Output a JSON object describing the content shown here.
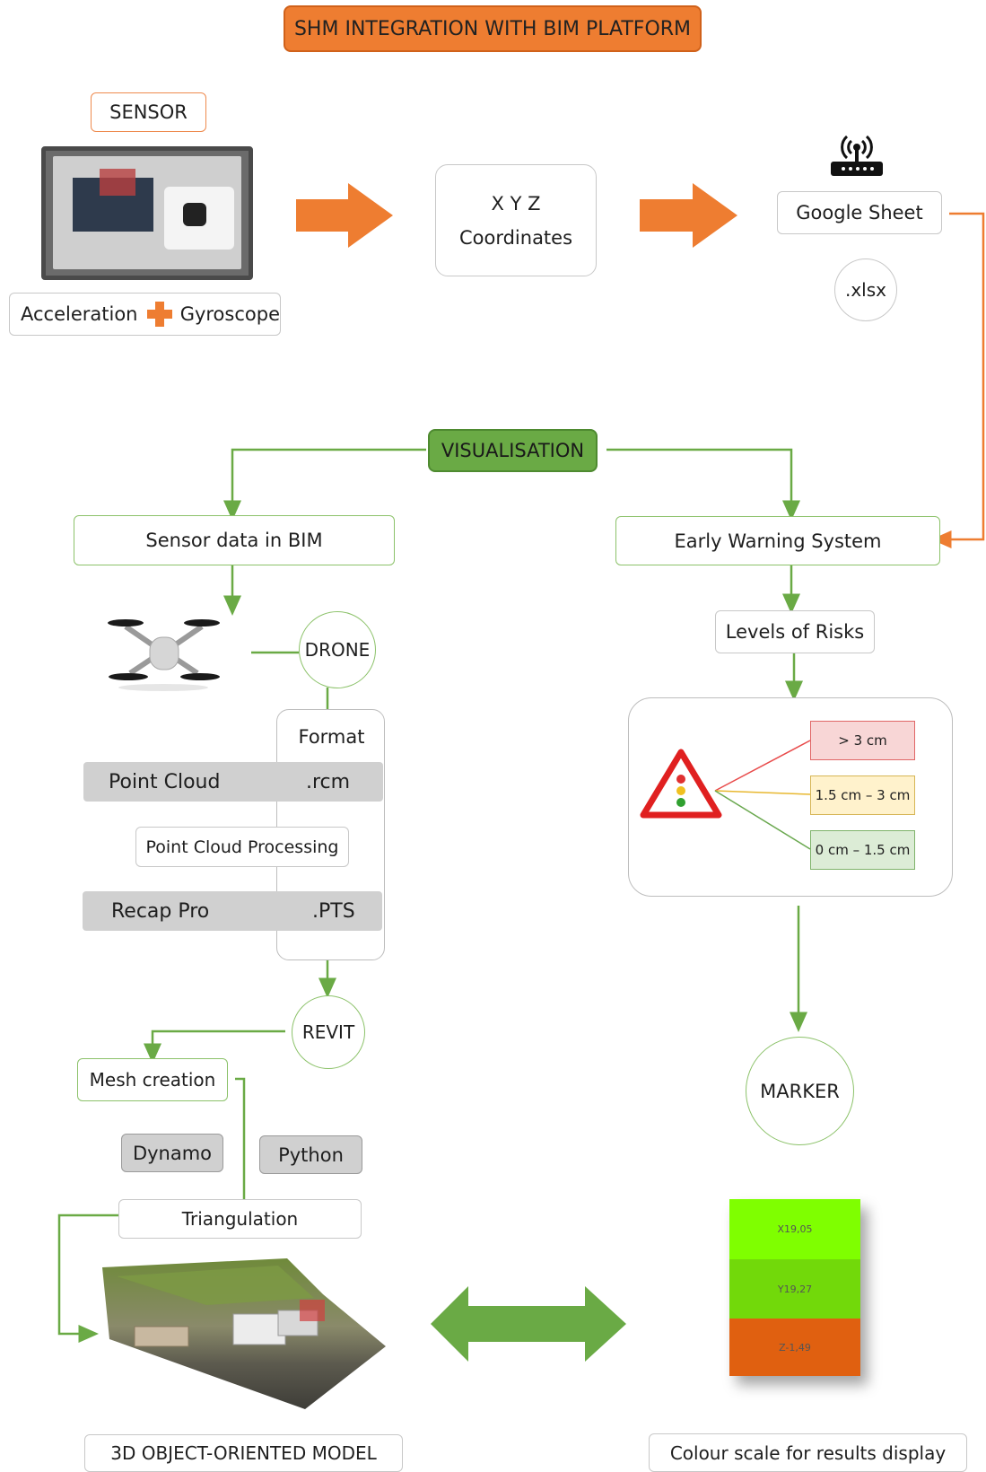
{
  "title": "SHM INTEGRATION WITH BIM PLATFORM",
  "sensor": {
    "label": "SENSOR",
    "acceleration": "Acceleration",
    "gyroscope": "Gyroscope"
  },
  "xyz": {
    "line1": "X Y Z",
    "line2": "Coordinates"
  },
  "google_sheet": "Google Sheet",
  "xlsx": ".xlsx",
  "visualisation": "VISUALISATION",
  "sensor_data_bim": "Sensor data in BIM",
  "early_warning": "Early Warning  System",
  "levels_of_risks": "Levels of Risks",
  "risk_levels": [
    {
      "label": "> 3 cm",
      "color": "#f8d6d6",
      "border": "#e06666",
      "line": "#e84a4a"
    },
    {
      "label": "1.5 cm – 3 cm",
      "color": "#fff2cc",
      "border": "#d6b656",
      "line": "#e8b830"
    },
    {
      "label": "0 cm – 1.5 cm",
      "color": "#dcecd6",
      "border": "#7fb36a",
      "line": "#6aa84f"
    }
  ],
  "drone": "DRONE",
  "format": "Format",
  "point_cloud": "Point Cloud",
  "rcm": ".rcm",
  "point_cloud_processing": "Point Cloud  Processing",
  "recap_pro": "Recap Pro",
  "pts": ".PTS",
  "revit": "REVIT",
  "mesh_creation": "Mesh creation",
  "dynamo": "Dynamo",
  "python": "Python",
  "triangulation": "Triangulation",
  "model_label": "3D OBJECT-ORIENTED MODEL",
  "marker": "MARKER",
  "colour_scale": {
    "caption": "Colour scale for results display",
    "segments": [
      {
        "label": "X19,05",
        "color": "#7fff00"
      },
      {
        "label": "Y19,27",
        "color": "#72d90a"
      },
      {
        "label": "Z-1,49",
        "color": "#e06010"
      }
    ]
  },
  "colors": {
    "orange": "#ee7d31",
    "green": "#6aaa45",
    "green_dark": "#5a9a3a"
  }
}
